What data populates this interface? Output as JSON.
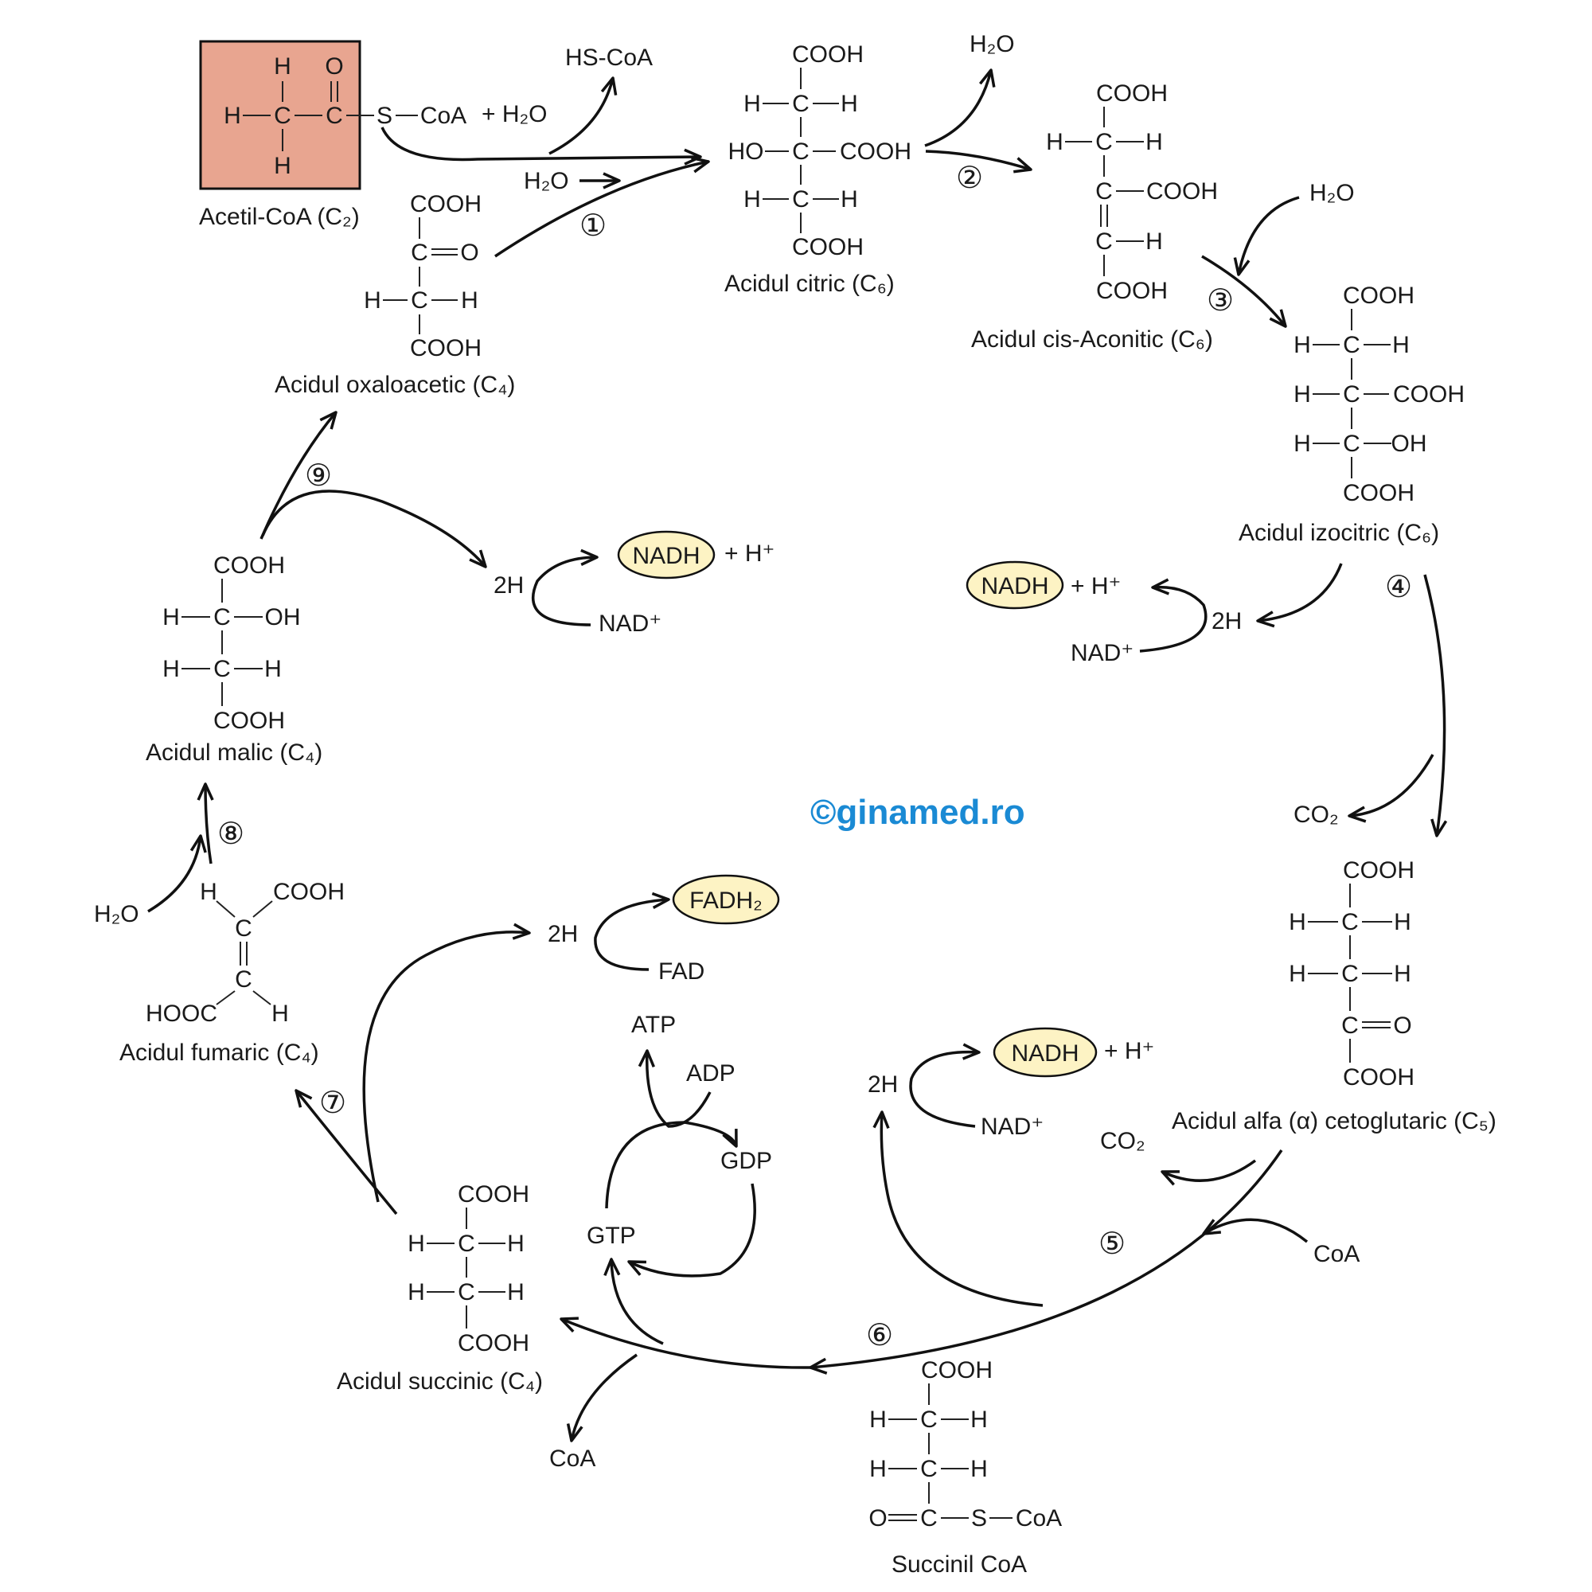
{
  "compounds": {
    "acetyl_coa": {
      "label": "Acetil-CoA (C₂)",
      "highlight_color": "#e8a590"
    },
    "citric": {
      "label": "Acidul citric (C₆)"
    },
    "cis_aconitic": {
      "label": "Acidul cis-Aconitic (C₆)"
    },
    "isocitric": {
      "label": "Acidul izocitric (C₆)"
    },
    "alpha_ketoglutaric": {
      "label": "Acidul alfa (α) cetoglutaric (C₅)"
    },
    "succinyl_coa": {
      "label": "Succinil CoA"
    },
    "succinic": {
      "label": "Acidul succinic (C₄)"
    },
    "fumaric": {
      "label": "Acidul fumaric (C₄)"
    },
    "malic": {
      "label": "Acidul malic (C₄)"
    },
    "oxaloacetic": {
      "label": "Acidul oxaloacetic (C₄)"
    }
  },
  "atoms": {
    "C": "C",
    "H": "H",
    "O": "O",
    "S": "S",
    "COOH": "COOH",
    "HOOC": "HOOC",
    "HO": "HO",
    "OH": "OH",
    "CoA": "CoA",
    "S_CoA": "S",
    "plus_h2o": "+ H₂O",
    "h2o": "H₂O",
    "hs_coa": "HS-CoA",
    "co2": "CO₂",
    "two_h": "2H",
    "nad": "NAD⁺",
    "nadh": "NADH",
    "plus_h": "+ H⁺",
    "fad": "FAD",
    "fadh2": "FADH₂",
    "atp": "ATP",
    "adp": "ADP",
    "gtp": "GTP",
    "gdp": "GDP"
  },
  "steps": [
    "①",
    "②",
    "③",
    "④",
    "⑤",
    "⑥",
    "⑦",
    "⑧",
    "⑨"
  ],
  "watermark": "©ginamed.ro",
  "colors": {
    "cofactor_fill": "#fdf3c4",
    "watermark": "#1a8ad4",
    "acetyl_box": "#e8a590"
  }
}
